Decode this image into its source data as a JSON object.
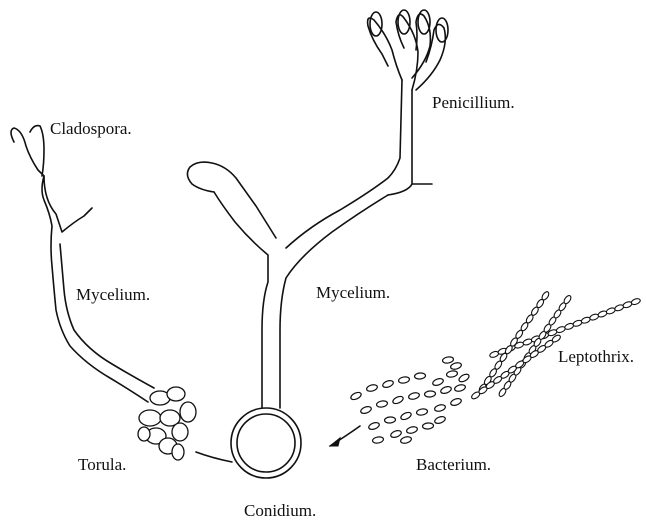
{
  "labels": {
    "cladospora": "Cladospora.",
    "penicillium": "Penicillium.",
    "mycelium_left": "Mycelium.",
    "mycelium_center": "Mycelium.",
    "leptothrix": "Leptothrix.",
    "torula": "Torula.",
    "bacterium": "Bacterium.",
    "conidium": "Conidium."
  },
  "colors": {
    "ink": "#111111",
    "background": "#ffffff"
  }
}
